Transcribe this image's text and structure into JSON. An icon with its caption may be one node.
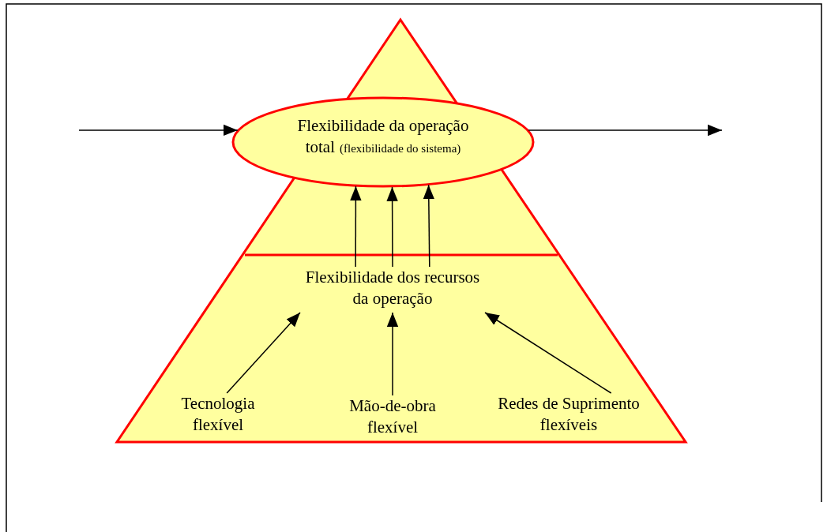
{
  "diagram": {
    "nodes": [
      {
        "text": [
          "Flexibilidade da operação total",
          "(flexibilidade do sistema)"
        ]
      },
      {
        "text": [
          "Flexibilidade dos recursos da operação"
        ]
      },
      {
        "text": [
          "Tecnologia flexível"
        ]
      },
      {
        "text": [
          "Mão-de-obra flexível"
        ]
      },
      {
        "text": [
          "Redes de Suprimento flexíveis"
        ]
      }
    ],
    "edges": [
      {
        "from": null,
        "to": 0,
        "arrow": "to"
      },
      {
        "from": 0,
        "to": null,
        "arrow": "to"
      },
      {
        "from": 1,
        "to": 0,
        "arrow": "to"
      },
      {
        "from": 1,
        "to": 0,
        "arrow": "to"
      },
      {
        "from": 1,
        "to": 0,
        "arrow": "to"
      },
      {
        "from": 2,
        "to": 1,
        "arrow": "to"
      },
      {
        "from": 3,
        "to": 1,
        "arrow": "to"
      },
      {
        "from": 4,
        "to": 1,
        "arrow": "to"
      }
    ]
  }
}
